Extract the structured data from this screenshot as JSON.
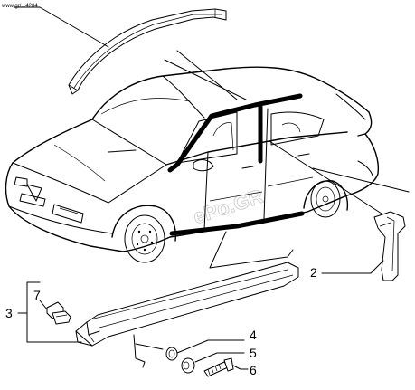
{
  "watermark": {
    "url": "www.gr/...4204"
  },
  "stamp": {
    "text": "ePo.GR"
  },
  "callouts": {
    "part_2": "2",
    "part_3": "3",
    "part_4": "4",
    "part_5": "5",
    "part_6": "6",
    "part_7": "7"
  }
}
